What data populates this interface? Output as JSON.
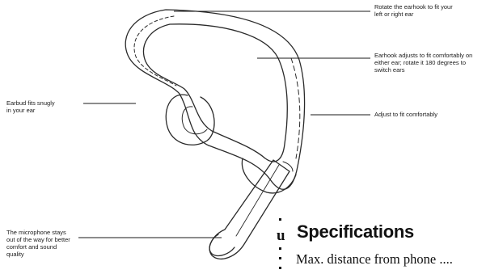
{
  "callouts": {
    "top_right": [
      "Rotate the earhook to fit your",
      "left or right ear"
    ],
    "mid_right": [
      "Earhook adjusts to fit comfortably on",
      "either ear; rotate it 180 degrees to",
      "switch ears"
    ],
    "adjust": [
      "Adjust to fit comfortably"
    ],
    "left_upper": [
      "Earbud fits snugly",
      "in your ear"
    ],
    "left_lower": [
      "The microphone stays",
      "out of the way for better",
      "comfort and sound",
      "quality"
    ]
  },
  "section": {
    "bullet": "u",
    "title": "Specifications",
    "first_spec": "Max. distance from phone ...."
  }
}
